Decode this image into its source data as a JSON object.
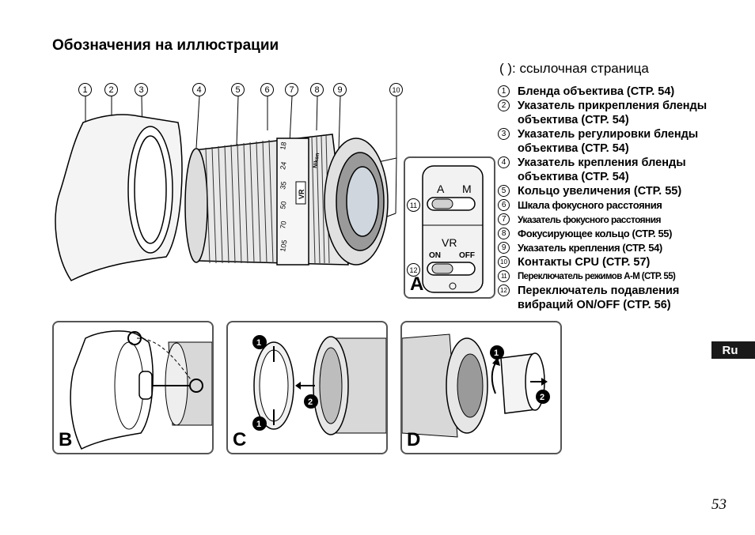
{
  "heading": "Обозначения на иллюстрации",
  "reference_note": "(     ): ссылочная страница",
  "callouts": [
    "1",
    "2",
    "3",
    "4",
    "5",
    "6",
    "7",
    "8",
    "9",
    "10"
  ],
  "legend": [
    {
      "num": "1",
      "text": "Бленда объектива (СТР. 54)"
    },
    {
      "num": "2",
      "text": "Указатель прикрепления бленды объектива (СТР. 54)"
    },
    {
      "num": "3",
      "text": "Указатель регулировки бленды объектива (СТР. 54)"
    },
    {
      "num": "4",
      "text": "Указатель крепления бленды объектива (СТР. 54)"
    },
    {
      "num": "5",
      "text": "Кольцо увеличения (СТР. 55)"
    },
    {
      "num": "6",
      "text": "Шкала фокусного расстояния"
    },
    {
      "num": "7",
      "text": "Указатель фокусного расстояния"
    },
    {
      "num": "8",
      "text": "Фокусирующее кольцо (СТР. 55)"
    },
    {
      "num": "9",
      "text": "Указатель крепления (СТР. 54)"
    },
    {
      "num": "10",
      "text": "Контакты CPU (СТР. 57)"
    },
    {
      "num": "11",
      "text": "Переключатель режимов A-M (СТР. 55)"
    },
    {
      "num": "12",
      "text": "Переключатель подавления вибраций ON/OFF (СТР. 56)"
    }
  ],
  "panel_a": {
    "letter": "A",
    "mode_a": "A",
    "mode_m": "M",
    "vr_label": "VR",
    "on_label": "ON",
    "off_label": "OFF",
    "callout_11": "11",
    "callout_12": "12"
  },
  "panel_b": {
    "letter": "B"
  },
  "panel_c": {
    "letter": "C",
    "step1": "1",
    "step2": "2"
  },
  "panel_d": {
    "letter": "D",
    "step1": "1",
    "step2": "2"
  },
  "scale_marks": [
    "18",
    "24",
    "35",
    "50",
    "70",
    "105"
  ],
  "lens_vr_mark": "VR",
  "lens_brand": "Nikon",
  "language_tab": "Ru",
  "page_number": "53"
}
